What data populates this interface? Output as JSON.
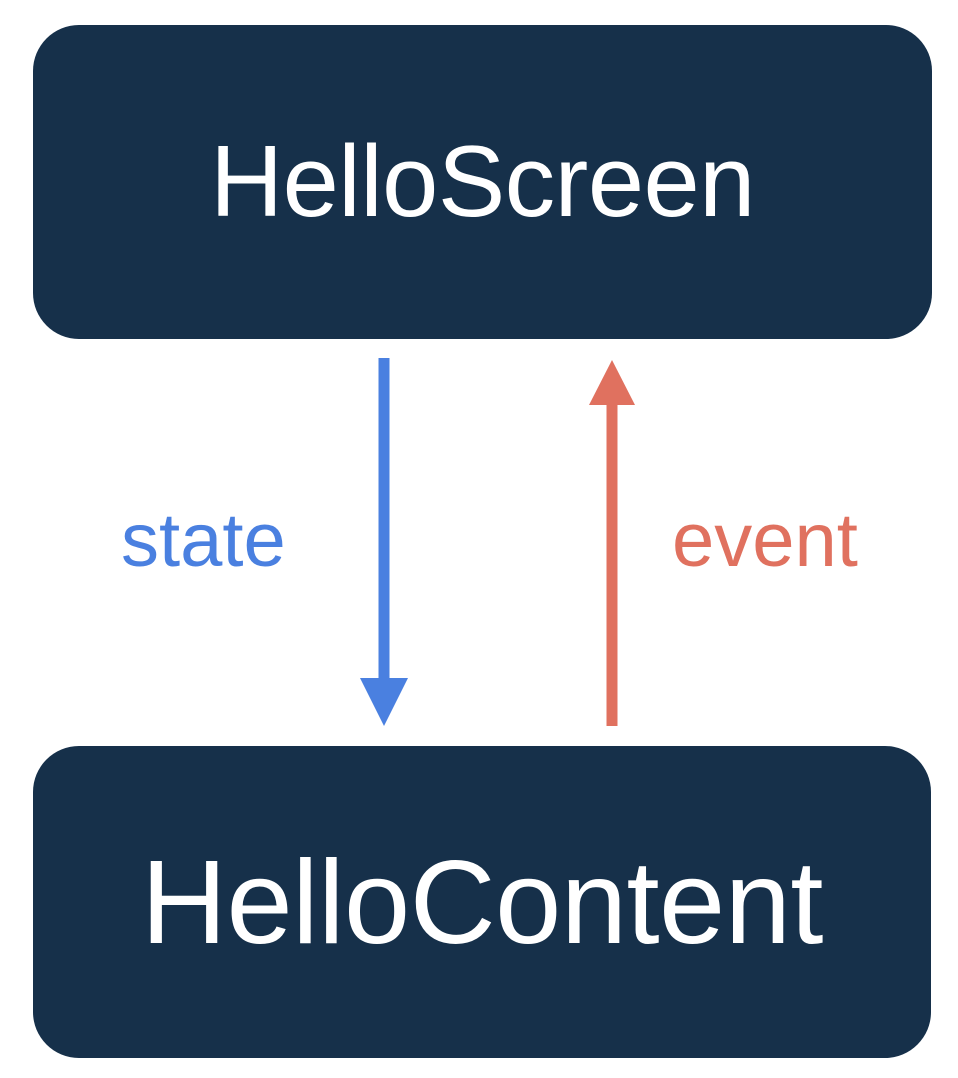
{
  "diagram": {
    "type": "unidirectional-data-flow",
    "background_color": "#ffffff",
    "nodes": [
      {
        "id": "hello-screen",
        "label": "HelloScreen",
        "fill_color": "#16304a",
        "text_color": "#ffffff"
      },
      {
        "id": "hello-content",
        "label": "HelloContent",
        "fill_color": "#16304a",
        "text_color": "#ffffff"
      }
    ],
    "edges": [
      {
        "id": "state",
        "label": "state",
        "color": "#4a80e0",
        "from": "HelloScreen",
        "to": "HelloContent",
        "direction": "down",
        "arrowhead": "filled-triangle"
      },
      {
        "id": "event",
        "label": "event",
        "color": "#e0715f",
        "from": "HelloContent",
        "to": "HelloScreen",
        "direction": "up",
        "arrowhead": "filled-triangle"
      }
    ]
  }
}
